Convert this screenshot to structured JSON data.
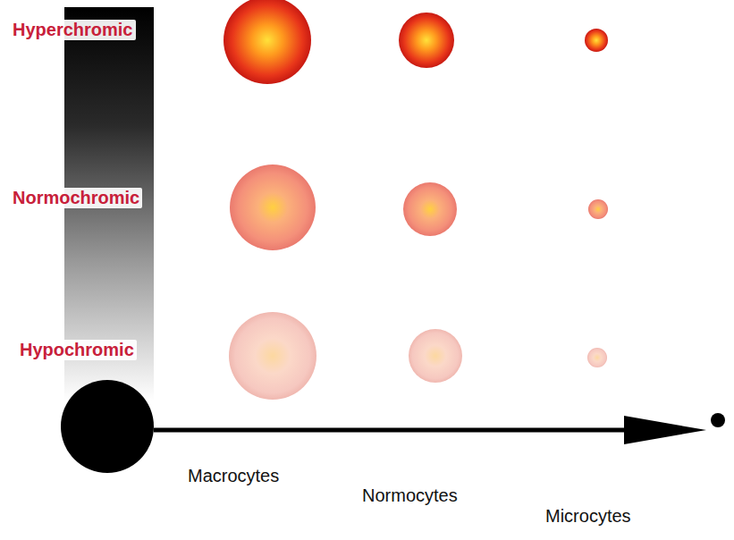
{
  "diagram": {
    "labels": [
      "Hyperchromic",
      "Normochromic",
      "Hypochromic",
      "Macrocytes",
      "Normocytes",
      "Microcytes"
    ]
  }
}
